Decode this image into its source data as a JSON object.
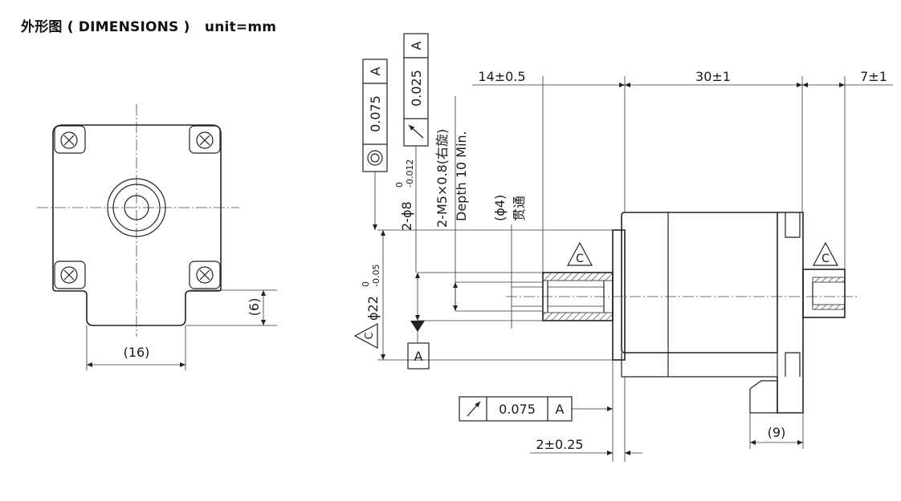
{
  "title": "外形图 ( DIMENSIONS )   unit=mm",
  "front_view": {
    "dim_small_height": "(6)",
    "dim_width": "(16)"
  },
  "side_view": {
    "dim_14": "14±0.5",
    "dim_30": "30±1",
    "dim_7": "7±1",
    "dim_2": "2±0.25",
    "dim_9": "(9)",
    "dia22_base": "ϕ22",
    "dia22_upper": "0",
    "dia22_lower": "-0.05",
    "hole_base": "2-ϕ8",
    "hole_upper": "0",
    "hole_lower": "-0.012",
    "thread": "2-M5×0.8(右旋)",
    "depth": "Depth 10 Min.",
    "through_dia": "(ϕ4)",
    "through_cn": "贯通",
    "datum_a": "A",
    "datum_c": "C",
    "concentricity_tol": "0.075",
    "concentricity_ref": "A",
    "runout_tol_1": "0.025",
    "runout_ref_1": "A",
    "runout_tol_2": "0.075",
    "runout_ref_2": "A"
  }
}
